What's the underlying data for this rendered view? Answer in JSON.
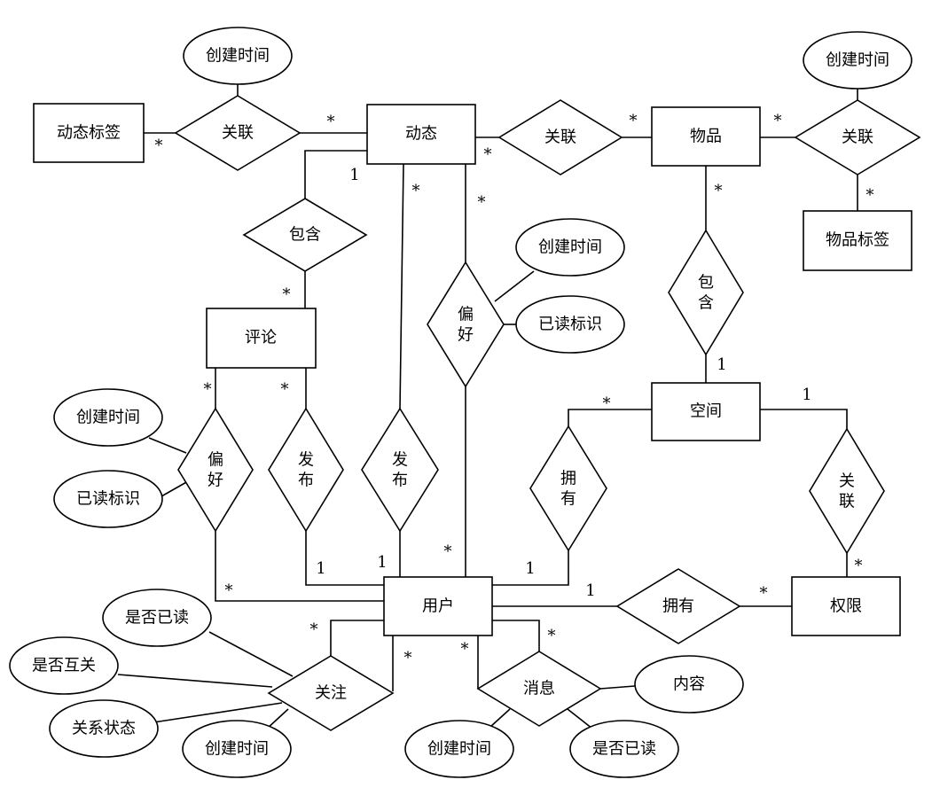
{
  "entities": {
    "dynamic_tag": "动态标签",
    "dynamic": "动态",
    "item": "物品",
    "item_tag": "物品标签",
    "comment": "评论",
    "space": "空间",
    "user": "用户",
    "permission": "权限"
  },
  "relationships": {
    "assoc_dyntag": "关联",
    "assoc_item": "关联",
    "assoc_itemtag": "关联",
    "contain_comment": "包含",
    "prefer_dynamic": [
      "偏",
      "好"
    ],
    "contain_space": [
      "包",
      "含"
    ],
    "prefer_comment": [
      "偏",
      "好"
    ],
    "publish_comment": [
      "发",
      "布"
    ],
    "publish_dynamic": [
      "发",
      "布"
    ],
    "own_space": [
      "拥",
      "有"
    ],
    "assoc_permission": [
      "关",
      "联"
    ],
    "own_permission": "拥有",
    "follow": "关注",
    "message": "消息"
  },
  "attributes": {
    "dyntag_created": "创建时间",
    "itemtag_created": "创建时间",
    "prefer_dyn_created": "创建时间",
    "prefer_dyn_read": "已读标识",
    "prefer_cmt_created": "创建时间",
    "prefer_cmt_read": "已读标识",
    "follow_is_read": "是否已读",
    "follow_mutual": "是否互关",
    "follow_status": "关系状态",
    "follow_created": "创建时间",
    "msg_content": "内容",
    "msg_created": "创建时间",
    "msg_is_read": "是否已读"
  },
  "cardinality": {
    "many": "*",
    "one": "1"
  }
}
